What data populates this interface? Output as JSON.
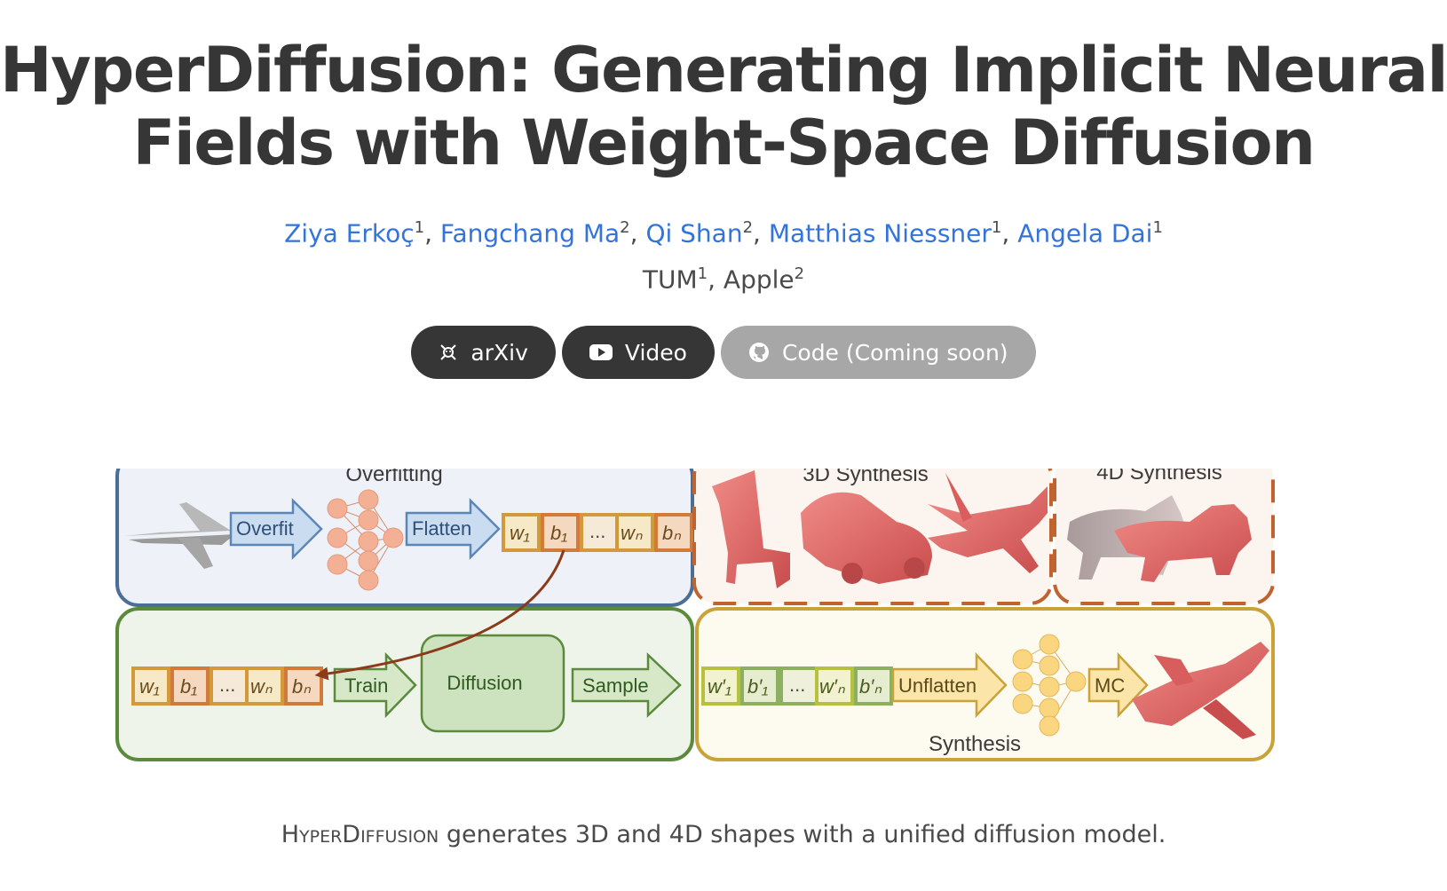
{
  "title": {
    "line1": "HyperDiffusion: Generating Implicit Neural",
    "line2": "Fields with Weight-Space Diffusion"
  },
  "authors": [
    {
      "name": "Ziya Erkoç",
      "sup": "1"
    },
    {
      "name": "Fangchang Ma",
      "sup": "2"
    },
    {
      "name": "Qi Shan",
      "sup": "2"
    },
    {
      "name": "Matthias Niessner",
      "sup": "1"
    },
    {
      "name": "Angela Dai",
      "sup": "1"
    }
  ],
  "affiliations": [
    {
      "name": "TUM",
      "sup": "1"
    },
    {
      "name": "Apple",
      "sup": "2"
    }
  ],
  "buttons": {
    "arxiv": {
      "label": "arXiv",
      "icon": "arxiv-icon"
    },
    "video": {
      "label": "Video",
      "icon": "youtube-icon"
    },
    "code": {
      "label": "Code (Coming soon)",
      "icon": "github-icon"
    }
  },
  "figure": {
    "overfitting_label": "Overfitting",
    "overfit_arrow": "Overfit",
    "flatten_arrow": "Flatten",
    "synthesis3d_label": "3D Synthesis",
    "synthesis4d_label": "4D Synthesis",
    "train_arrow": "Train",
    "diffusion_box": "Diffusion",
    "sample_arrow": "Sample",
    "unflatten_arrow": "Unflatten",
    "mc_arrow": "MC",
    "synthesis_label": "Synthesis",
    "ellipsis": "..."
  },
  "caption": {
    "name": "HyperDiffusion",
    "text": " generates 3D and 4D shapes with a unified diffusion model."
  },
  "colors": {
    "link": "#3273dc",
    "button_dark": "#363636",
    "button_disabled": "#a7a7a7",
    "panel_overfit_border": "#4a6e96",
    "panel_diffusion_border": "#5b8a3c",
    "panel_synthesis_border": "#c9a23a",
    "dashed_border": "#c0632f",
    "shape_pink": "#e06a6a"
  }
}
